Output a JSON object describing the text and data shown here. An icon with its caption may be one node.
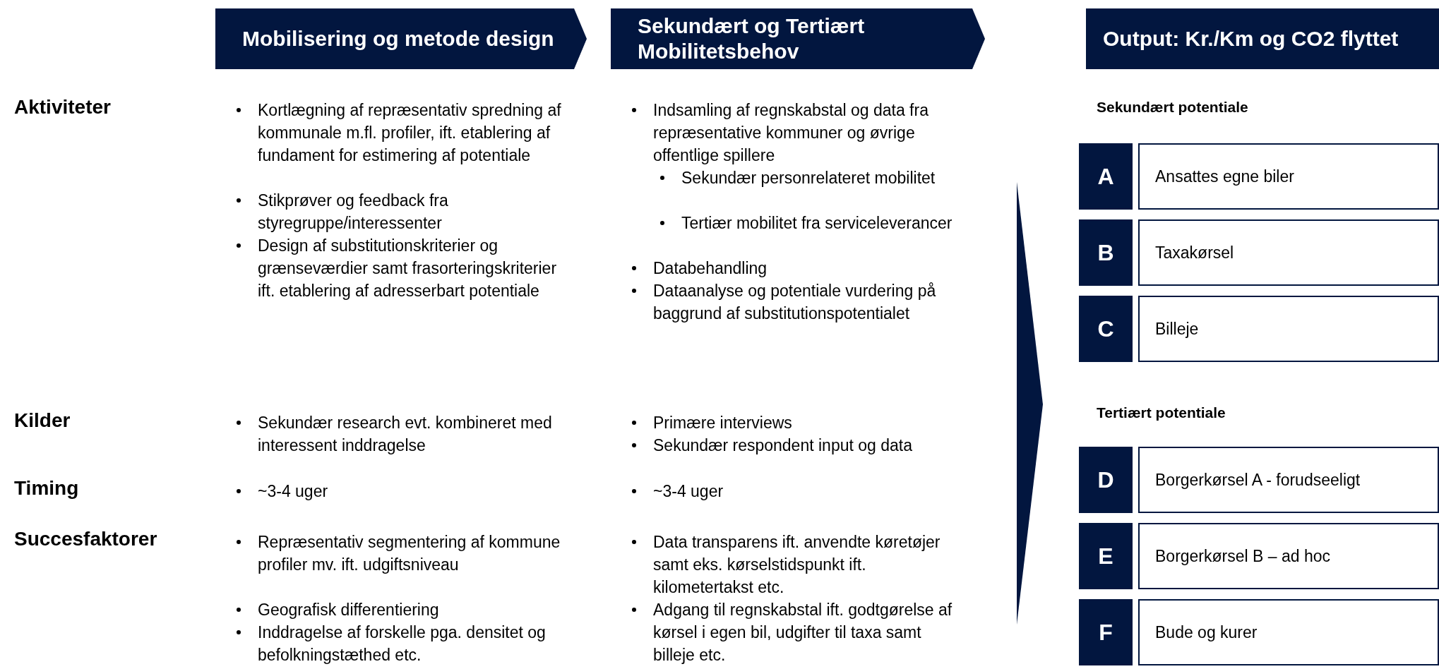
{
  "diagram": {
    "nodes": [
      {
        "text": [
          "Mobilisering og metode design"
        ]
      },
      {
        "text": [
          "Sekundært og Tertiært Mobilitetsbehov"
        ]
      },
      {
        "text": [
          "Output: Kr./Km og CO2 flyttet"
        ]
      },
      {
        "text": [
          "A"
        ]
      },
      {
        "text": [
          "Ansattes egne biler"
        ]
      },
      {
        "text": [
          "B"
        ]
      },
      {
        "text": [
          "Taxakørsel"
        ]
      },
      {
        "text": [
          "C"
        ]
      },
      {
        "text": [
          "Billeje"
        ]
      },
      {
        "text": [
          "D"
        ]
      },
      {
        "text": [
          "Borgerkørsel A - forudseeligt"
        ]
      },
      {
        "text": [
          "E"
        ]
      },
      {
        "text": [
          "Borgerkørsel B – ad hoc"
        ]
      },
      {
        "text": [
          "F"
        ]
      },
      {
        "text": [
          "Bude og kurer"
        ]
      }
    ],
    "labels": [
      "Aktiviteter",
      "Kortlægning af repræsentativ spredning af kommunale m.fl. profiler, ift. etablering af fundament for estimering af potentiale",
      "Stikprøver og feedback fra styregruppe/interessenter",
      "Design af substitutionskriterier og grænseværdier samt frasorteringskriterier ift. etablering af adresserbart potentiale",
      "Indsamling af regnskabstal og data fra repræsentative kommuner og øvrige offentlige spillere",
      "Sekundær personrelateret mobilitet",
      "Tertiær mobilitet fra serviceleverancer",
      "Databehandling",
      "Dataanalyse og potentiale vurdering på baggrund af substitutionspotentialet",
      "Sekundært potentiale",
      "Tertiært potentiale",
      "Kilder",
      "Sekundær research evt. kombineret med interessent inddragelse",
      "Primære interviews",
      "Sekundær respondent input og data",
      "Timing",
      "~3-4 uger",
      "~3-4 uger",
      "Succesfaktorer",
      "Repræsentativ segmentering af kommune profiler mv. ift. udgiftsniveau",
      "Geografisk differentiering",
      "Inddragelse af forskelle pga. densitet og befolkningstæthed etc.",
      "Data transparens ift. anvendte køretøjer samt eks. kørselstidspunkt ift. kilometertakst etc.",
      "Adgang til regnskabstal ift. godtgørelse af kørsel i egen bil, udgifter til taxa samt billeje etc."
    ]
  }
}
